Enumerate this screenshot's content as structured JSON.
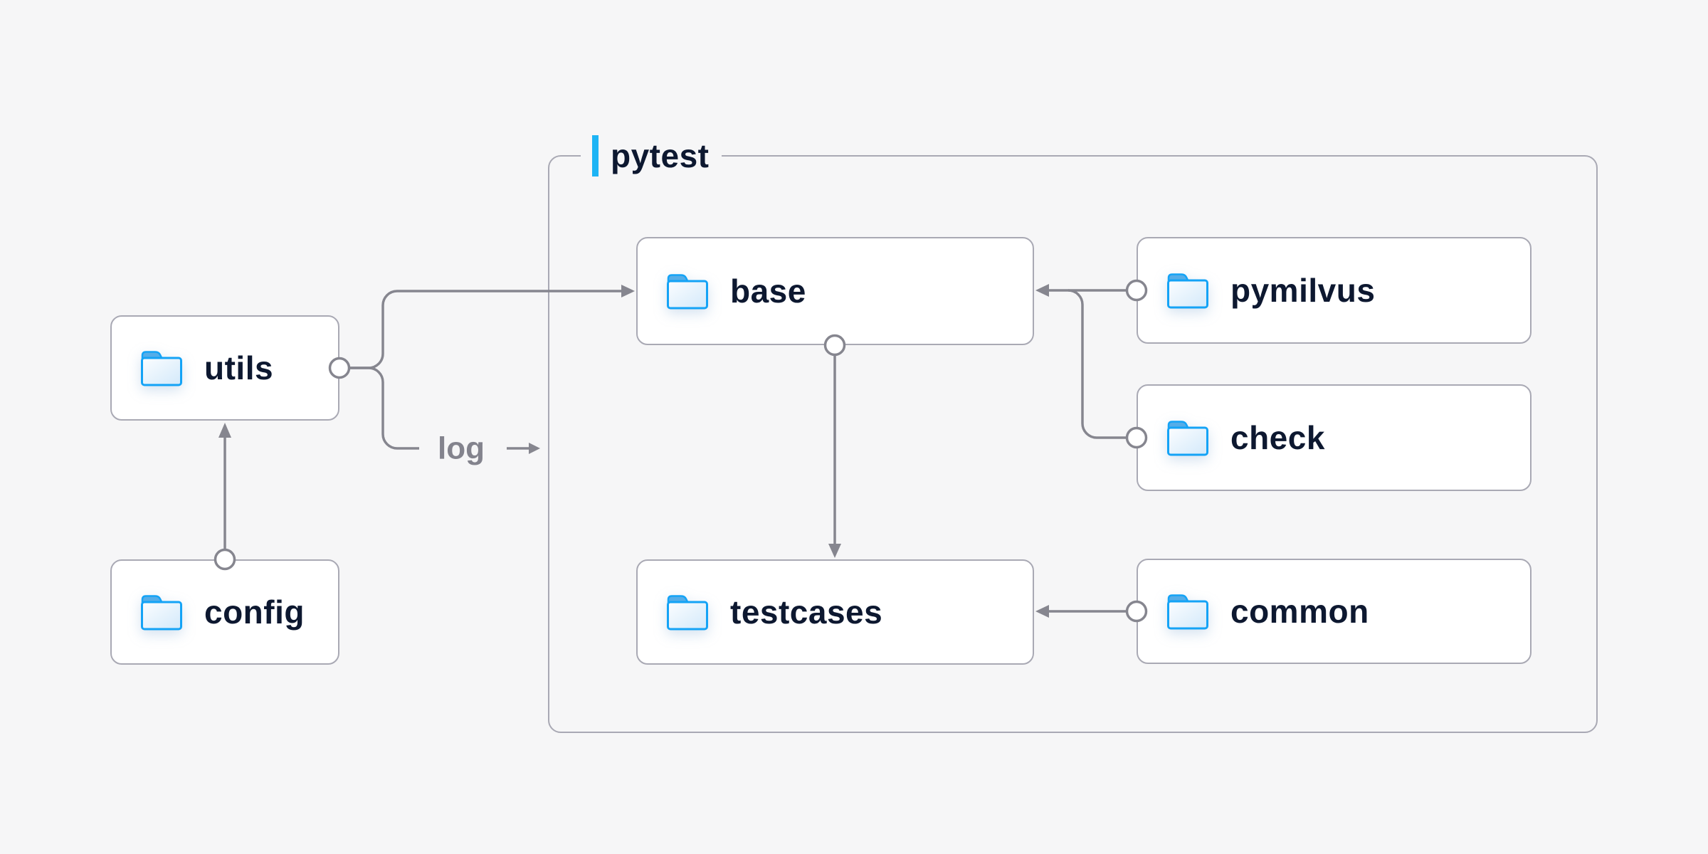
{
  "canvas": {
    "background": "#f6f6f7"
  },
  "group": {
    "label": "pytest",
    "accent_color": "#1db4f5"
  },
  "nodes": [
    {
      "id": "utils",
      "label": "utils",
      "icon": "folder-icon"
    },
    {
      "id": "config",
      "label": "config",
      "icon": "folder-icon"
    },
    {
      "id": "base",
      "label": "base",
      "icon": "folder-icon"
    },
    {
      "id": "testcases",
      "label": "testcases",
      "icon": "folder-icon"
    },
    {
      "id": "pymilvus",
      "label": "pymilvus",
      "icon": "folder-icon"
    },
    {
      "id": "check",
      "label": "check",
      "icon": "folder-icon"
    },
    {
      "id": "common",
      "label": "common",
      "icon": "folder-icon"
    }
  ],
  "edges": [
    {
      "from": "config",
      "to": "utils"
    },
    {
      "from": "utils",
      "to": "base"
    },
    {
      "from": "utils",
      "to": "log",
      "label": "log"
    },
    {
      "from": "pymilvus",
      "to": "base"
    },
    {
      "from": "check",
      "to": "base"
    },
    {
      "from": "base",
      "to": "testcases"
    },
    {
      "from": "common",
      "to": "testcases"
    }
  ],
  "labels": {
    "log": "log"
  },
  "colors": {
    "wire": "#86868f",
    "node_border": "#a9a9b4",
    "node_text": "#0d1830",
    "accent": "#1db4f5",
    "folder_stroke": "#14a3f6"
  }
}
